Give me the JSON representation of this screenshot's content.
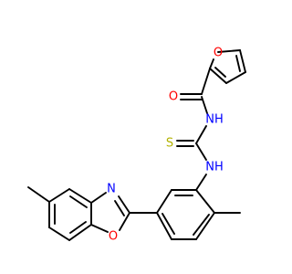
{
  "colors": {
    "background": "#ffffff",
    "bond": "#000000",
    "oxygen": "#ff0000",
    "nitrogen": "#0000ff",
    "sulfur": "#b2b200"
  },
  "atoms": {
    "furan_o": "O",
    "carbonyl_o": "O",
    "amide_nh": "NH",
    "thio_s": "S",
    "aryl_nh": "NH",
    "oxazole_n": "N",
    "oxazole_o": "O"
  }
}
